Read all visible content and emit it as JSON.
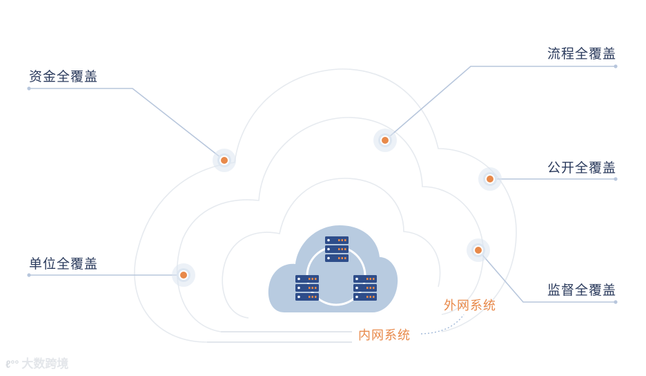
{
  "coverage_items": {
    "funds": "资金全覆盖",
    "process": "流程全覆盖",
    "public": "公开全覆盖",
    "unit": "单位全覆盖",
    "supervision": "监督全覆盖"
  },
  "systems": {
    "intranet": "内网系统",
    "extranet": "外网系统"
  },
  "watermark": {
    "logo": "ℓ°°",
    "text": "大数跨境"
  },
  "colors": {
    "label_text": "#2a3a5c",
    "line": "#b7c6dc",
    "node_dot": "#e8894a",
    "node_halo": "#dce6f1",
    "cloud_fill": "#b8cbe0",
    "server_body": "#2e4d8a",
    "accent_orange": "#e8894a"
  }
}
